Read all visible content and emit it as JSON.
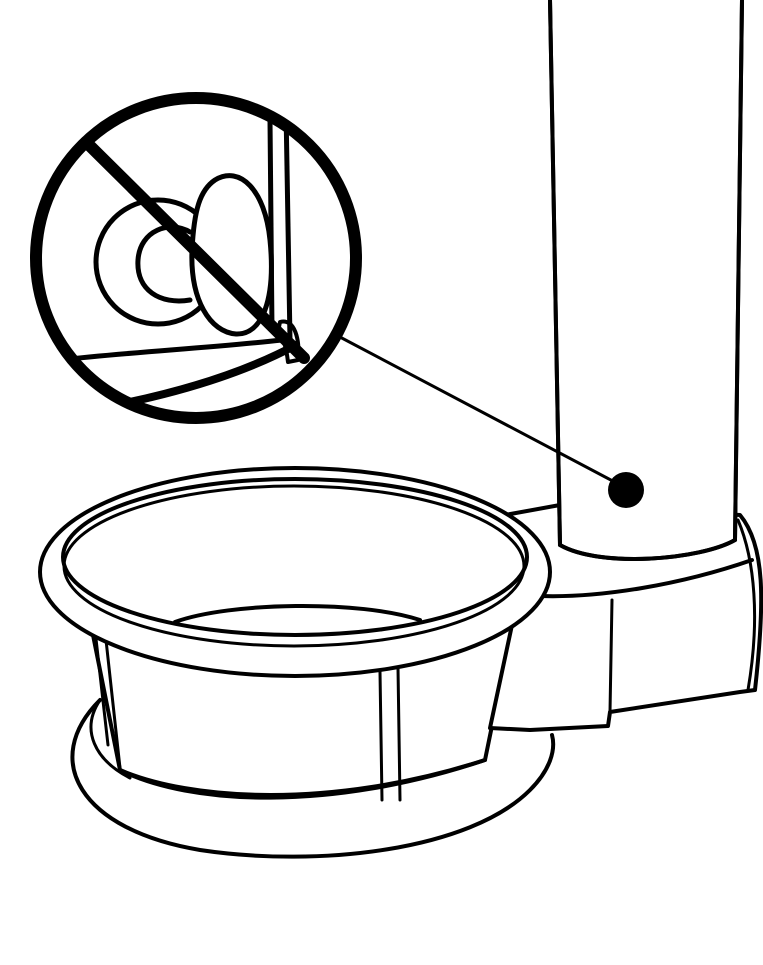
{
  "figure": {
    "kind": "line-drawing",
    "subject": "bowl-and-tube-assembly",
    "callout": "prohibited-detail",
    "stroke_color": "#000000",
    "background_color": "#ffffff",
    "prohibition_color": "#000000"
  }
}
